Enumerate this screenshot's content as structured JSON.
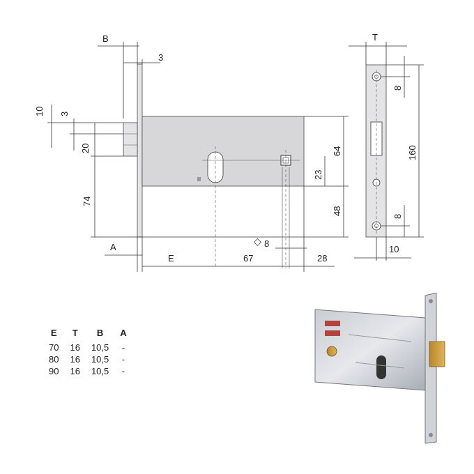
{
  "drawing": {
    "labels": {
      "B": "B",
      "three_top": "3",
      "T": "T",
      "ten_left": "10",
      "three_left": "3",
      "twenty": "20",
      "seventyfour": "74",
      "sixtyfour": "64",
      "twentythree": "23",
      "fortyeight": "48",
      "eight_top": "8",
      "onesixty": "160",
      "eight_bottom": "8",
      "ten_right": "10",
      "A": "A",
      "E": "E",
      "sixtyseven": "67",
      "twentyeight": "28",
      "eight_spindle": "8"
    }
  },
  "table": {
    "headers": [
      "E",
      "T",
      "B",
      "A"
    ],
    "rows": [
      [
        "70",
        "16",
        "10,5",
        "-"
      ],
      [
        "80",
        "16",
        "10,5",
        "-"
      ],
      [
        "90",
        "16",
        "10,5",
        "-"
      ]
    ]
  },
  "photo": {
    "icon": "mortise-lock-photo"
  }
}
